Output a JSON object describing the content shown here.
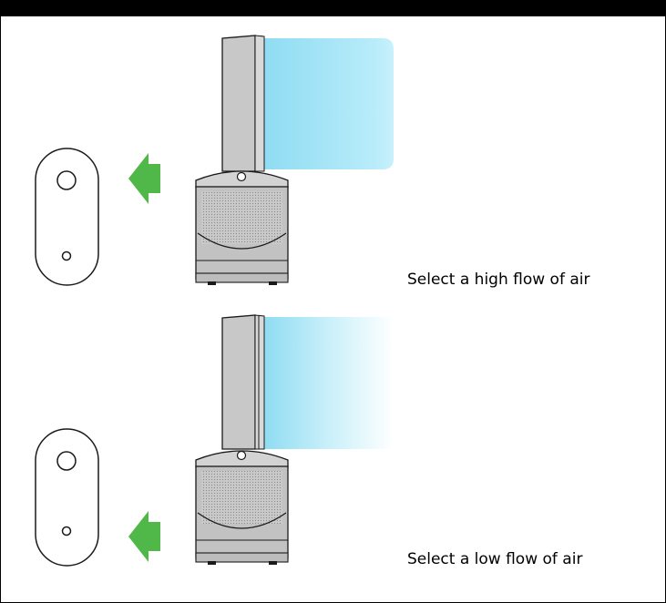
{
  "panels": [
    {
      "caption": "Select a high flow of air",
      "airflow_level": "high"
    },
    {
      "caption": "Select a low flow of air",
      "airflow_level": "low"
    }
  ],
  "colors": {
    "arrow": "#4fb848",
    "airflow": "#9fe0f3",
    "purifier_body": "#c8c8c8",
    "purifier_outline": "#1a1a1a",
    "frame": "#000000"
  },
  "icons": {
    "remote": "remote-control-icon",
    "arrow": "arrow-left-icon",
    "purifier": "air-purifier-icon"
  }
}
